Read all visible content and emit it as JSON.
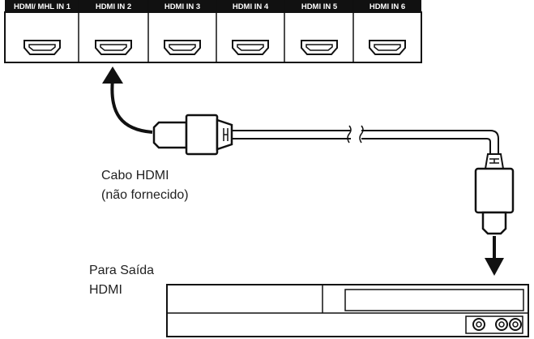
{
  "panel": {
    "ports": [
      {
        "label": "HDMI/ MHL IN 1"
      },
      {
        "label": "HDMI IN 2"
      },
      {
        "label": "HDMI IN 3"
      },
      {
        "label": "HDMI IN 4"
      },
      {
        "label": "HDMI IN 5"
      },
      {
        "label": "HDMI IN 6"
      }
    ]
  },
  "cable": {
    "caption_line1": "Cabo HDMI",
    "caption_line2": "(não fornecido)"
  },
  "device": {
    "caption_line1": "Para Saída",
    "caption_line2": "HDMI"
  }
}
